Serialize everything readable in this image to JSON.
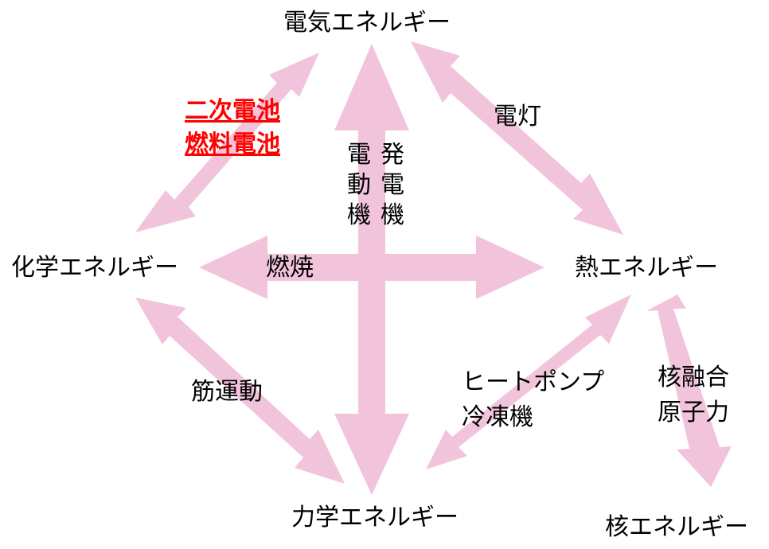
{
  "colors": {
    "arrow": "#f2c4dc",
    "text": "#000000",
    "highlight": "#ff0000"
  },
  "nodes": {
    "electric": "電気エネルギー",
    "chemical": "化学エネルギー",
    "thermal": "熱エネルギー",
    "mechanical": "力学エネルギー",
    "nuclear": "核エネルギー"
  },
  "edges": {
    "chemical_electric": [
      "二次電池",
      "燃料電池"
    ],
    "electric_thermal": [
      "電灯"
    ],
    "electric_mechanical_left": "電動機",
    "electric_mechanical_right": "発電機",
    "chemical_thermal": [
      "燃焼"
    ],
    "chemical_mechanical": [
      "筋運動"
    ],
    "thermal_mechanical": [
      "ヒートポンプ",
      "冷凍機"
    ],
    "thermal_nuclear": [
      "核融合",
      "原子力"
    ]
  }
}
